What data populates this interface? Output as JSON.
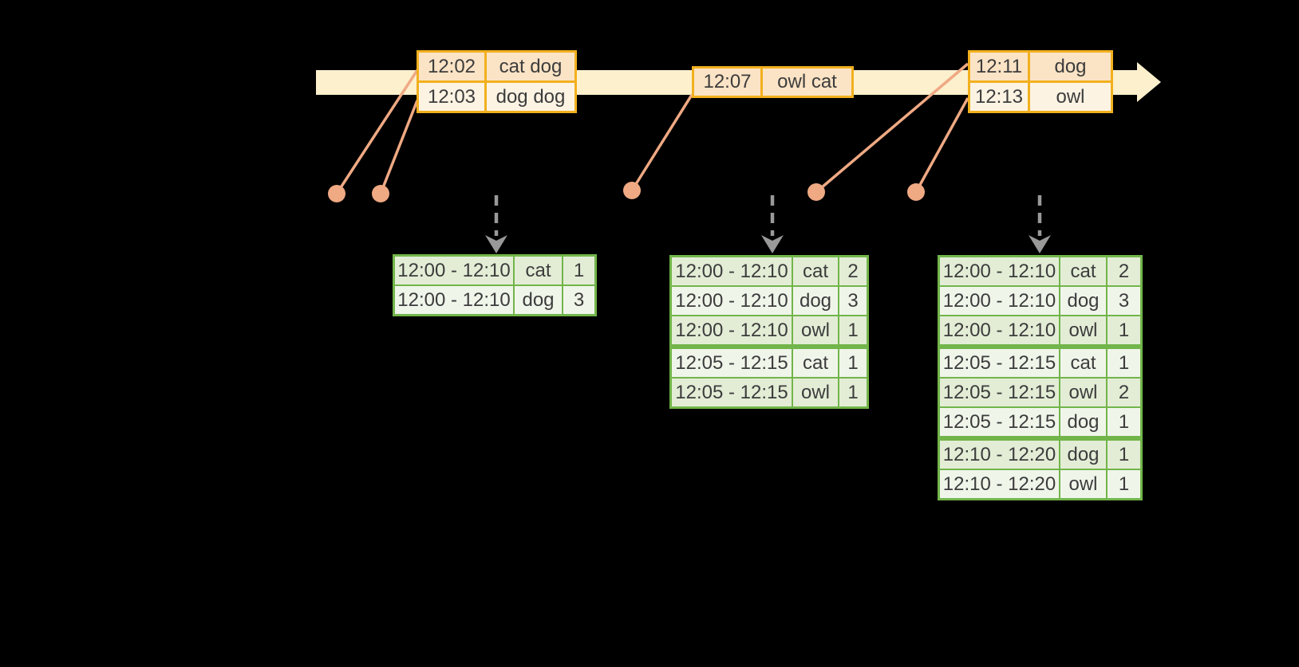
{
  "diagram": {
    "title": "windowed-word-count-stream",
    "colors": {
      "background": "#000000",
      "timeline_fill": "#fcf0cd",
      "event_border": "#f2b01e",
      "event_row_peach": "#fbe3c5",
      "event_row_cream": "#fdf3e3",
      "connector_salmon": "#efa983",
      "trigger_arrow_gray": "#999999",
      "result_border": "#72b54a",
      "result_row_green": "#e3edd6",
      "result_row_white": "#f0f5ea",
      "text": "#3c3c3c"
    },
    "input_batches": [
      {
        "rows": [
          {
            "time": "12:02",
            "words": "cat dog"
          },
          {
            "time": "12:03",
            "words": "dog dog"
          }
        ]
      },
      {
        "rows": [
          {
            "time": "12:07",
            "words": "owl cat"
          }
        ]
      },
      {
        "rows": [
          {
            "time": "12:11",
            "words": "dog"
          },
          {
            "time": "12:13",
            "words": "owl"
          }
        ]
      }
    ],
    "result_tables": [
      {
        "rows": [
          {
            "window": "12:00 - 12:10",
            "word": "cat",
            "count": "1"
          },
          {
            "window": "12:00 - 12:10",
            "word": "dog",
            "count": "3"
          }
        ]
      },
      {
        "rows": [
          {
            "window": "12:00 - 12:10",
            "word": "cat",
            "count": "2"
          },
          {
            "window": "12:00 - 12:10",
            "word": "dog",
            "count": "3"
          },
          {
            "window": "12:00 - 12:10",
            "word": "owl",
            "count": "1"
          },
          {
            "window": "12:05 - 12:15",
            "word": "cat",
            "count": "1"
          },
          {
            "window": "12:05 - 12:15",
            "word": "owl",
            "count": "1"
          }
        ]
      },
      {
        "rows": [
          {
            "window": "12:00 - 12:10",
            "word": "cat",
            "count": "2"
          },
          {
            "window": "12:00 - 12:10",
            "word": "dog",
            "count": "3"
          },
          {
            "window": "12:00 - 12:10",
            "word": "owl",
            "count": "1"
          },
          {
            "window": "12:05 - 12:15",
            "word": "cat",
            "count": "1"
          },
          {
            "window": "12:05 - 12:15",
            "word": "owl",
            "count": "2"
          },
          {
            "window": "12:05 - 12:15",
            "word": "dog",
            "count": "1"
          },
          {
            "window": "12:10 - 12:20",
            "word": "dog",
            "count": "1"
          },
          {
            "window": "12:10 - 12:20",
            "word": "owl",
            "count": "1"
          }
        ]
      }
    ]
  }
}
